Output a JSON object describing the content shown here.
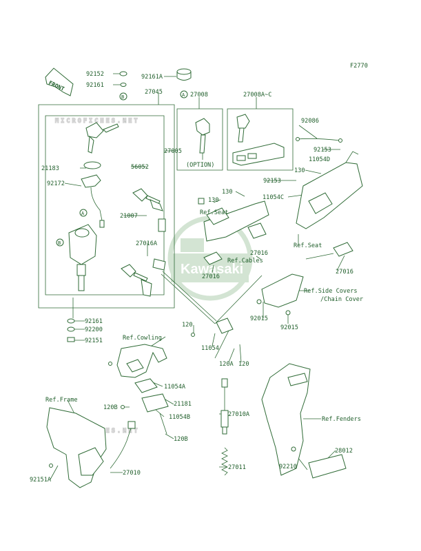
{
  "figure_code": "F2770",
  "front_label": "FRONT",
  "watermark": "MICROFICHES.NET",
  "logo_text": "Kawasaki",
  "markers": {
    "a": "A",
    "b": "B"
  },
  "labels": {
    "p92152": "92152",
    "p92161_top": "92161",
    "p92161a": "92161A",
    "p27045": "27045",
    "p27008": "27008",
    "p27008ac": "27008A~C",
    "option": "(OPTION)",
    "p27005": "27005",
    "p21183": "21183",
    "p56052": "56052",
    "p92172": "92172",
    "p21007": "21007",
    "p27016a": "27016A",
    "p92086": "92086",
    "p92153_a": "92153",
    "p11054d": "11054D",
    "p130_a": "130",
    "p92153_b": "92153",
    "p11054c": "11054C",
    "p130_b": "130",
    "p130_c": "130",
    "ref_seat_1": "Ref.Seat",
    "ref_seat_2": "Ref.Seat",
    "p27016_a": "27016",
    "ref_cables": "Ref.Cables",
    "p27016_b": "27016",
    "p27016_c": "27016",
    "ref_side_covers": "Ref.Side Covers",
    "chain_cover": "/Chain Cover",
    "p92161_bot": "92161",
    "p92200": "92200",
    "p92151": "92151",
    "p92015_a": "92015",
    "p92015_b": "92015",
    "p120_a": "120",
    "ref_cowling": "Ref.Cowling",
    "p11054": "11054",
    "p120a": "120A",
    "p120_b": "120",
    "p11054a": "11054A",
    "p21181": "21181",
    "p11054b": "11054B",
    "p120b_a": "120B",
    "p120b_b": "120B",
    "ref_frame": "Ref.Frame",
    "p27010a": "27010A",
    "ref_fenders": "Ref.Fenders",
    "p28012": "28012",
    "p92210": "92210",
    "p27010": "27010",
    "p27011": "27011",
    "p92151a": "92151A"
  }
}
